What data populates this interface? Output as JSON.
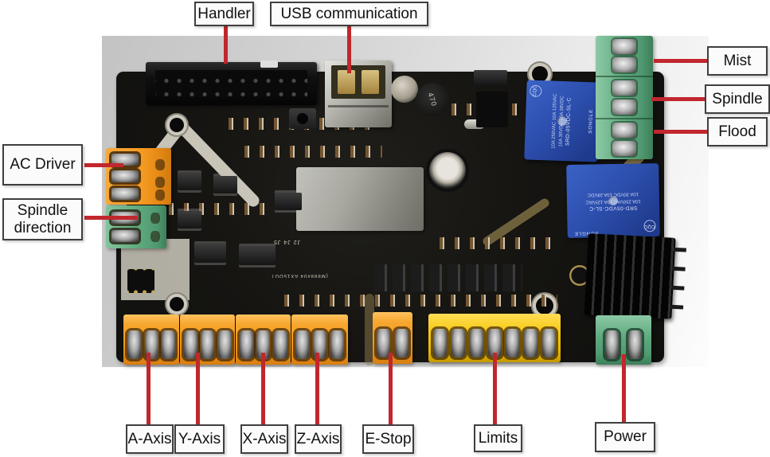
{
  "callouts": {
    "handler": "Handler",
    "usb": "USB communication",
    "mist": "Mist",
    "spindle": "Spindle",
    "flood": "Flood",
    "ac_driver": "AC Driver",
    "spindle_direction": "Spindle direction",
    "a_axis": "A-Axis",
    "y_axis": "Y-Axis",
    "x_axis": "X-Axis",
    "z_axis": "Z-Axis",
    "e_stop": "E-Stop",
    "limits": "Limits",
    "power": "Power"
  },
  "board_markings": {
    "inductor_value": "470",
    "relay_rating_ac": "10A 250VAC 10A 125VAC",
    "relay_rating_dc": "10A 30VDC 10A 28VDC",
    "relay_model": "SRD-05VDC-SL-C",
    "relay_brand": "SONGLE",
    "relay_cert": "CQC",
    "silkscreen_jumpers": "J2 J4 J5",
    "silkscreen_code": "(M888#04 AX15OUT"
  },
  "colors": {
    "callout_red": "#c1272d",
    "label_bg": "#fbfbfb",
    "label_border": "#3f3f3f",
    "relay_blue": "#2d4fae",
    "terminal_orange": "#f59a23",
    "terminal_yellow": "#f2c200",
    "terminal_green": "#5aa87c",
    "pcb_black": "#131311"
  }
}
